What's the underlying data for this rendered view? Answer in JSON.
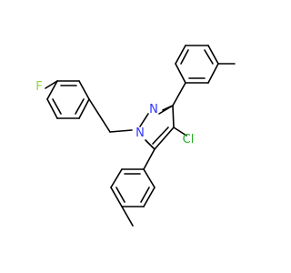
{
  "colors": {
    "background": "#ffffff",
    "bond": "#000000",
    "fluorine": "#8fd63a",
    "nitrogen": "#2f35ff",
    "chlorine": "#22b020",
    "carbon": "#000000"
  },
  "atoms": {
    "fluorine": "F",
    "nitrogen_n2": "N",
    "nitrogen_n1": "N",
    "chlorine": "Cl"
  }
}
